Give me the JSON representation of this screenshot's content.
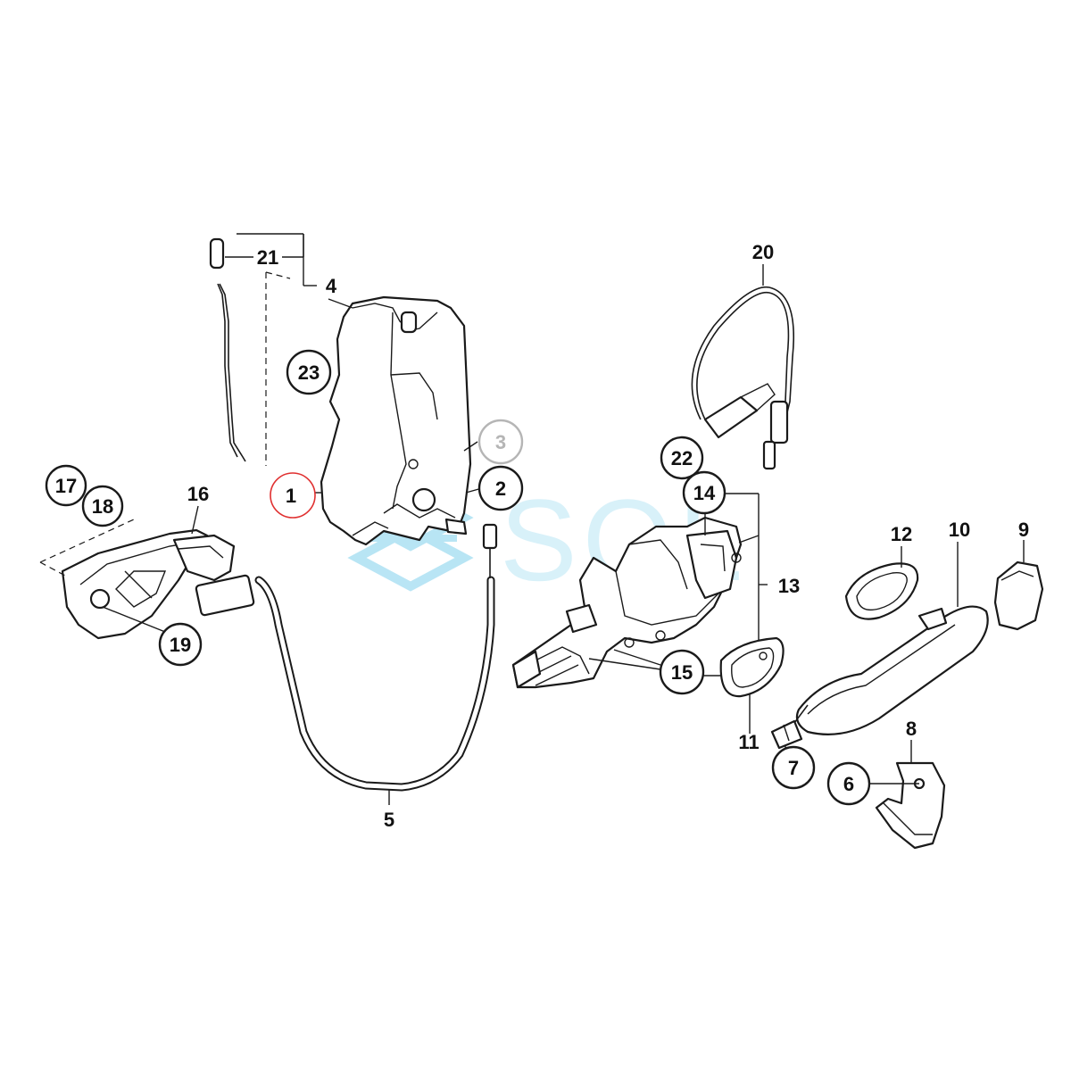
{
  "diagram": {
    "callouts": {
      "c1": "1",
      "c2": "2",
      "c3": "3",
      "c4": "4",
      "c5": "5",
      "c6": "6",
      "c7": "7",
      "c8": "8",
      "c9": "9",
      "c10": "10",
      "c11": "11",
      "c12": "12",
      "c13": "13",
      "c14": "14",
      "c15": "15",
      "c16": "16",
      "c17": "17",
      "c18": "18",
      "c19": "19",
      "c20": "20",
      "c21": "21",
      "c22": "22",
      "c23": "23"
    },
    "highlight_color": "#e03030",
    "watermark": {
      "text": "SOL",
      "color": "#7fd0ec"
    }
  }
}
